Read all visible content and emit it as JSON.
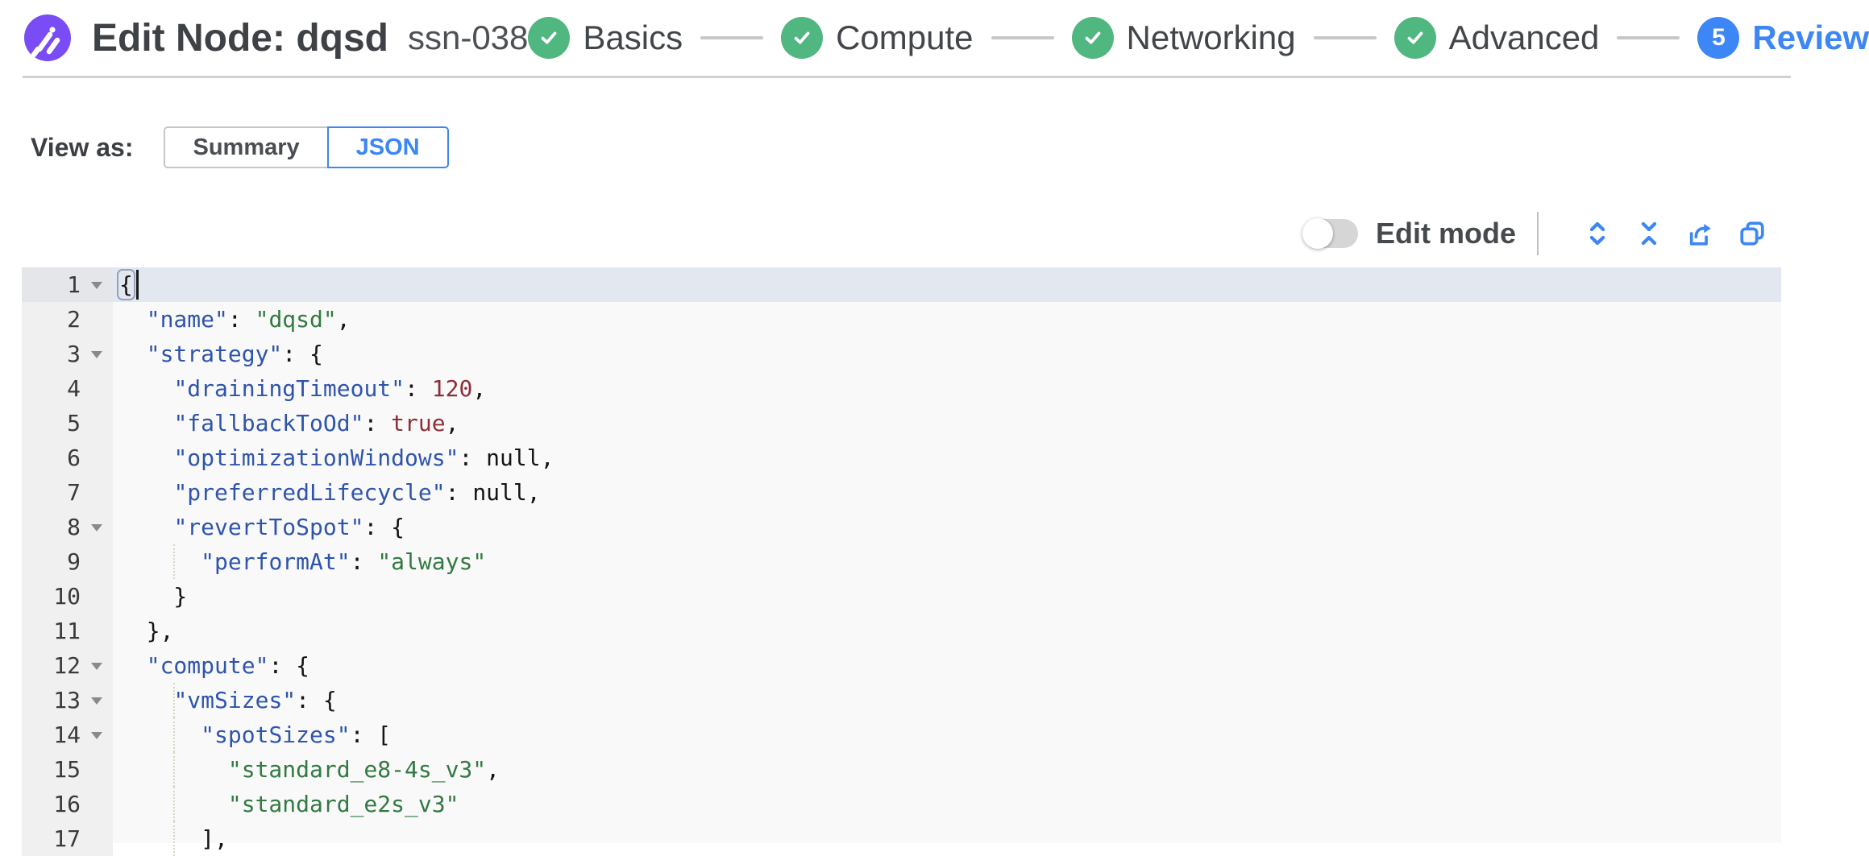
{
  "header": {
    "title": "Edit Node: dqsd",
    "node_id": "ssn-038",
    "steps": [
      {
        "label": "Basics",
        "status": "complete"
      },
      {
        "label": "Compute",
        "status": "complete"
      },
      {
        "label": "Networking",
        "status": "complete"
      },
      {
        "label": "Advanced",
        "status": "complete"
      },
      {
        "label": "Review",
        "status": "current",
        "number": "5"
      }
    ]
  },
  "view_as": {
    "label": "View as:",
    "options": [
      {
        "label": "Summary",
        "selected": false
      },
      {
        "label": "JSON",
        "selected": true
      }
    ]
  },
  "toolbar": {
    "edit_mode_label": "Edit mode",
    "edit_mode_enabled": false,
    "icons": [
      "expand-all-icon",
      "collapse-all-icon",
      "export-icon",
      "copy-icon"
    ]
  },
  "colors": {
    "accent_blue": "#3d86f5",
    "step_complete_green": "#50b781",
    "logo_purple": "#7a4cf5",
    "key_blue": "#2e54ad",
    "string_green": "#327a42",
    "number_maroon": "#8e2f38",
    "active_line_bg": "#e3e7f0"
  },
  "editor": {
    "active_line": 1,
    "lines": [
      {
        "num": 1,
        "fold": true,
        "active": true,
        "cursor": true,
        "tokens": [
          [
            "p",
            "{"
          ]
        ]
      },
      {
        "num": 2,
        "tokens": [
          [
            "p",
            "  "
          ],
          [
            "k",
            "\"name\""
          ],
          [
            "p",
            ": "
          ],
          [
            "s",
            "\"dqsd\""
          ],
          [
            "p",
            ","
          ]
        ]
      },
      {
        "num": 3,
        "fold": true,
        "tokens": [
          [
            "p",
            "  "
          ],
          [
            "k",
            "\"strategy\""
          ],
          [
            "p",
            ": {"
          ]
        ]
      },
      {
        "num": 4,
        "tokens": [
          [
            "p",
            "    "
          ],
          [
            "k",
            "\"drainingTimeout\""
          ],
          [
            "p",
            ": "
          ],
          [
            "n",
            "120"
          ],
          [
            "p",
            ","
          ]
        ]
      },
      {
        "num": 5,
        "tokens": [
          [
            "p",
            "    "
          ],
          [
            "k",
            "\"fallbackToOd\""
          ],
          [
            "p",
            ": "
          ],
          [
            "n",
            "true"
          ],
          [
            "p",
            ","
          ]
        ]
      },
      {
        "num": 6,
        "tokens": [
          [
            "p",
            "    "
          ],
          [
            "k",
            "\"optimizationWindows\""
          ],
          [
            "p",
            ": "
          ],
          [
            "z",
            "null"
          ],
          [
            "p",
            ","
          ]
        ]
      },
      {
        "num": 7,
        "tokens": [
          [
            "p",
            "    "
          ],
          [
            "k",
            "\"preferredLifecycle\""
          ],
          [
            "p",
            ": "
          ],
          [
            "z",
            "null"
          ],
          [
            "p",
            ","
          ]
        ]
      },
      {
        "num": 8,
        "fold": true,
        "tokens": [
          [
            "p",
            "    "
          ],
          [
            "k",
            "\"revertToSpot\""
          ],
          [
            "p",
            ": {"
          ]
        ]
      },
      {
        "num": 9,
        "guide": true,
        "tokens": [
          [
            "p",
            "      "
          ],
          [
            "k",
            "\"performAt\""
          ],
          [
            "p",
            ": "
          ],
          [
            "s",
            "\"always\""
          ]
        ]
      },
      {
        "num": 10,
        "tokens": [
          [
            "p",
            "    }"
          ]
        ]
      },
      {
        "num": 11,
        "tokens": [
          [
            "p",
            "  },"
          ]
        ]
      },
      {
        "num": 12,
        "fold": true,
        "tokens": [
          [
            "p",
            "  "
          ],
          [
            "k",
            "\"compute\""
          ],
          [
            "p",
            ": {"
          ]
        ]
      },
      {
        "num": 13,
        "fold": true,
        "guide": true,
        "tokens": [
          [
            "p",
            "    "
          ],
          [
            "k",
            "\"vmSizes\""
          ],
          [
            "p",
            ": {"
          ]
        ]
      },
      {
        "num": 14,
        "fold": true,
        "guide": true,
        "tokens": [
          [
            "p",
            "      "
          ],
          [
            "k",
            "\"spotSizes\""
          ],
          [
            "p",
            ": ["
          ]
        ]
      },
      {
        "num": 15,
        "guide": true,
        "tokens": [
          [
            "p",
            "        "
          ],
          [
            "s",
            "\"standard_e8-4s_v3\""
          ],
          [
            "p",
            ","
          ]
        ]
      },
      {
        "num": 16,
        "guide": true,
        "tokens": [
          [
            "p",
            "        "
          ],
          [
            "s",
            "\"standard_e2s_v3\""
          ]
        ]
      },
      {
        "num": 17,
        "guide": true,
        "tokens": [
          [
            "p",
            "      ],"
          ]
        ]
      }
    ]
  }
}
